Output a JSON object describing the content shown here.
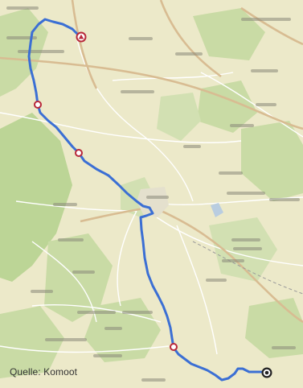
{
  "map": {
    "caption": "Quelle: Komoot",
    "colors": {
      "land": "#ece9c9",
      "forest": "#c9dba5",
      "forest_dark": "#bcd596",
      "road_major": "#d8bc92",
      "road_minor": "#ffffff",
      "route": "#3b6fd4",
      "waypoint": "#b8283a",
      "finish": "#222222"
    },
    "route_color": "#3b6fd4",
    "markers": [
      {
        "kind": "start",
        "icon": "start-marker-icon"
      },
      {
        "kind": "waypoint",
        "icon": "waypoint-marker-icon"
      },
      {
        "kind": "waypoint",
        "icon": "waypoint-marker-icon"
      },
      {
        "kind": "waypoint",
        "icon": "waypoint-marker-icon"
      },
      {
        "kind": "finish",
        "icon": "finish-marker-icon"
      }
    ]
  }
}
